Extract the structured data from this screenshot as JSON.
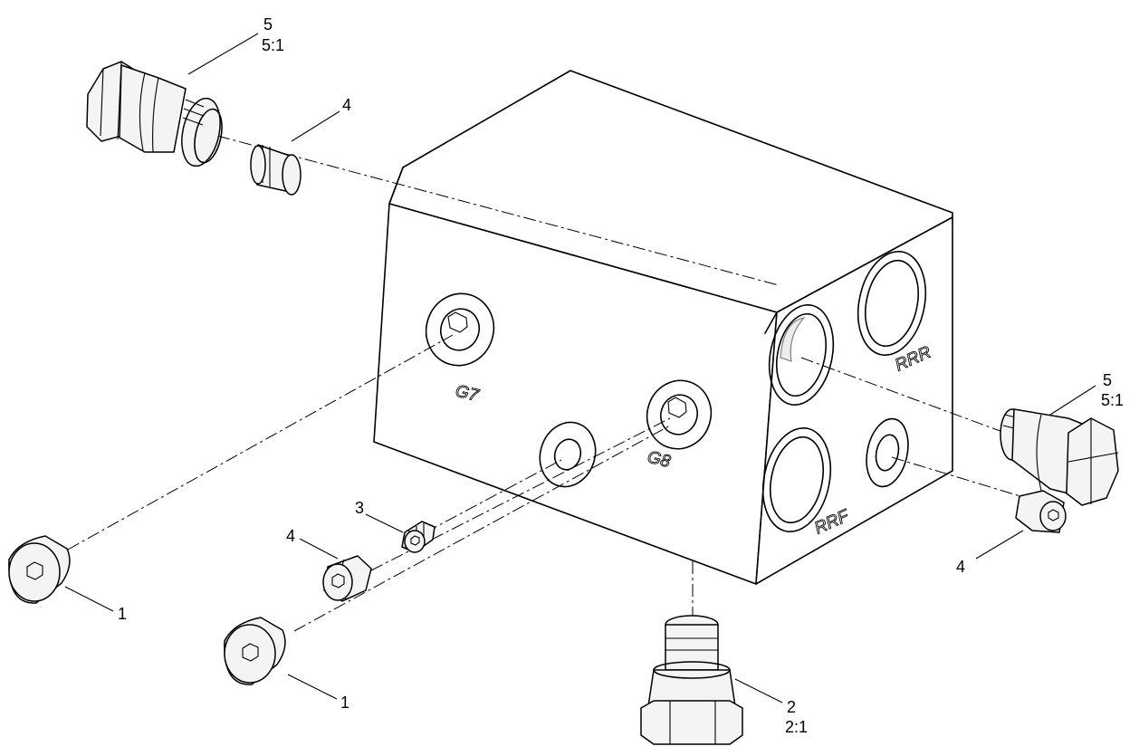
{
  "callouts": {
    "c1": {
      "num": "5",
      "scale": "5:1"
    },
    "c2": {
      "num": "4"
    },
    "c3": {
      "num": "5",
      "scale": "5:1"
    },
    "c4": {
      "num": "4"
    },
    "c5": {
      "num": "3"
    },
    "c6": {
      "num": "4"
    },
    "c7": {
      "num": "1"
    },
    "c8": {
      "num": "1"
    },
    "c9": {
      "num": "2",
      "scale": "2:1"
    }
  },
  "port_labels": {
    "g7": "G7",
    "g8": "G8",
    "rrr": "RRR",
    "rrf": "RRF"
  }
}
